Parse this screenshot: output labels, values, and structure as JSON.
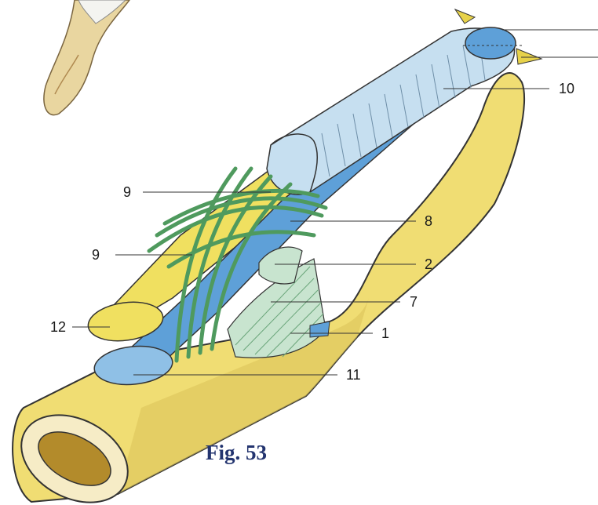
{
  "figure": {
    "caption": "Fig. 53",
    "labels": {
      "l9a": "9",
      "l9b": "9",
      "l8": "8",
      "l2": "2",
      "l7": "7",
      "l1": "1",
      "l11": "11",
      "l12": "12",
      "l10": "10"
    }
  },
  "colors": {
    "bone": "#f0dd73",
    "bone_shadow": "#c9b24e",
    "tendon_blue": "#5ea0d8",
    "sheath_light": "#c6dff0",
    "band_green": "#4f9a5e",
    "ligament_pale": "#c8e4cf",
    "outline": "#333333",
    "caption": "#23346f"
  }
}
